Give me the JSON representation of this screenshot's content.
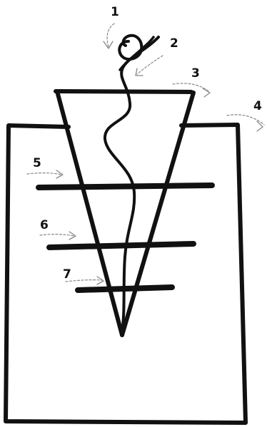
{
  "labels": {
    "l1": "1",
    "l2": "2",
    "l3": "3",
    "l4": "4",
    "l5": "5",
    "l6": "6",
    "l7": "7"
  },
  "colors": {
    "ink": "#111111",
    "arrow": "#888888",
    "background": "#ffffff"
  }
}
